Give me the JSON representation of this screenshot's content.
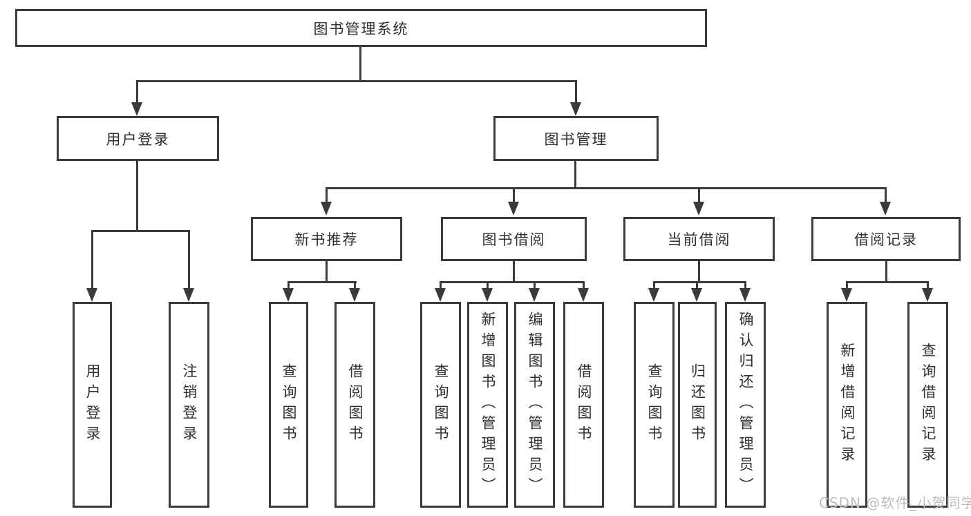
{
  "page": {
    "background": "#ffffff",
    "line_color": "#3a3a3a",
    "text_color": "#2f2f2f",
    "watermark_color": "#bdbdbd"
  },
  "diagram": {
    "root": {
      "label": "图书管理系统"
    },
    "level2": [
      {
        "label": "用户登录"
      },
      {
        "label": "图书管理"
      }
    ],
    "level3": [
      {
        "label": "新书推荐"
      },
      {
        "label": "图书借阅"
      },
      {
        "label": "当前借阅"
      },
      {
        "label": "借阅记录"
      }
    ],
    "leaves": [
      {
        "label": "用户登录"
      },
      {
        "label": "注销登录"
      },
      {
        "label": "查询图书"
      },
      {
        "label": "借阅图书"
      },
      {
        "label": "查询图书"
      },
      {
        "label": "新增图书（管理员）"
      },
      {
        "label": "编辑图书（管理员）"
      },
      {
        "label": "借阅图书"
      },
      {
        "label": "查询图书"
      },
      {
        "label": "归还图书"
      },
      {
        "label": "确认归还（管理员）"
      },
      {
        "label": "新增借阅记录"
      },
      {
        "label": "查询借阅记录"
      }
    ],
    "watermark": "CSDN @软件_小贺同学"
  }
}
